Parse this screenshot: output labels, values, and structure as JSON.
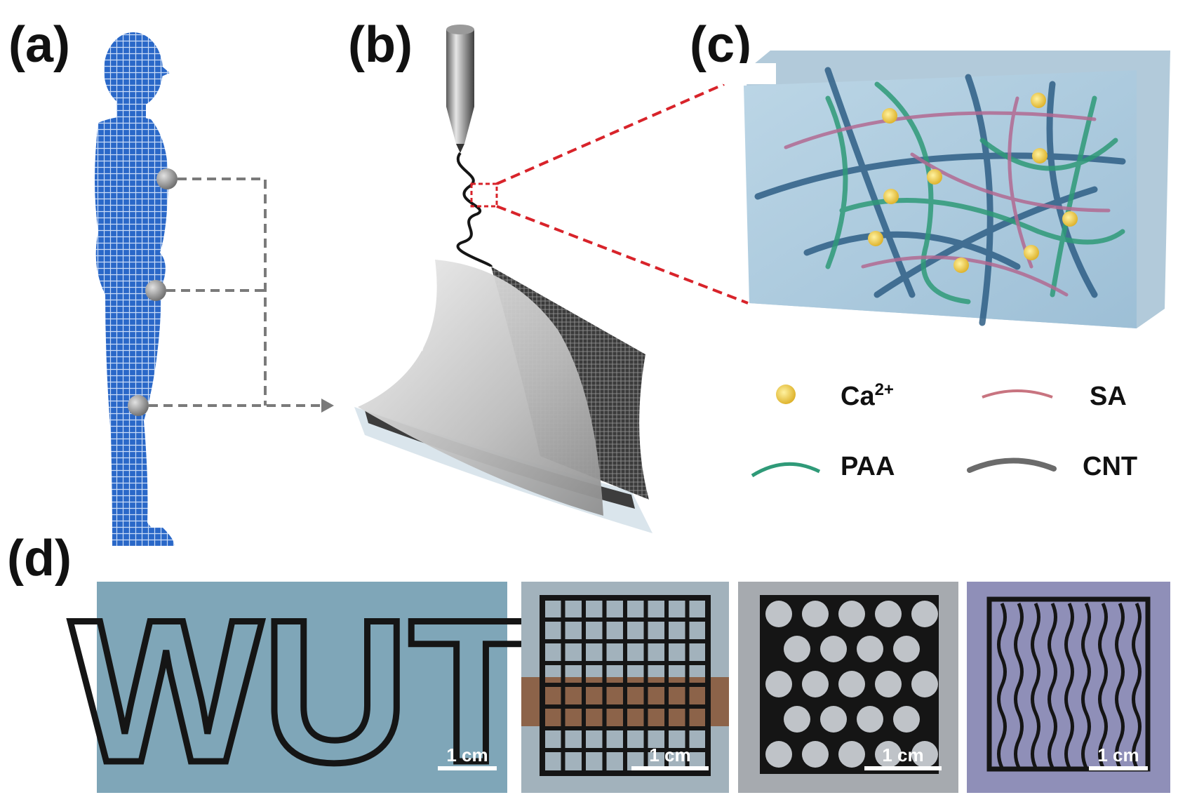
{
  "panels": {
    "a": {
      "label": "(a)"
    },
    "b": {
      "label": "(b)"
    },
    "c": {
      "label": "(c)"
    },
    "d": {
      "label": "(d)"
    }
  },
  "legend": {
    "ca": {
      "label": "Ca",
      "superscript": "2+",
      "color": "#e8c234"
    },
    "sa": {
      "label": "SA",
      "color": "#c87480"
    },
    "paa": {
      "label": "PAA",
      "color": "#2f9a78"
    },
    "cnt": {
      "label": "CNT",
      "color": "#6b6b6b"
    }
  },
  "photos": {
    "scale_bar_text": "1 cm",
    "letters_text": "WUT"
  },
  "colors": {
    "body_mesh": "#2a68c8",
    "zoom_lines": "#d8232a",
    "gel_block": "#a9c8dc",
    "ink": "#151515"
  }
}
